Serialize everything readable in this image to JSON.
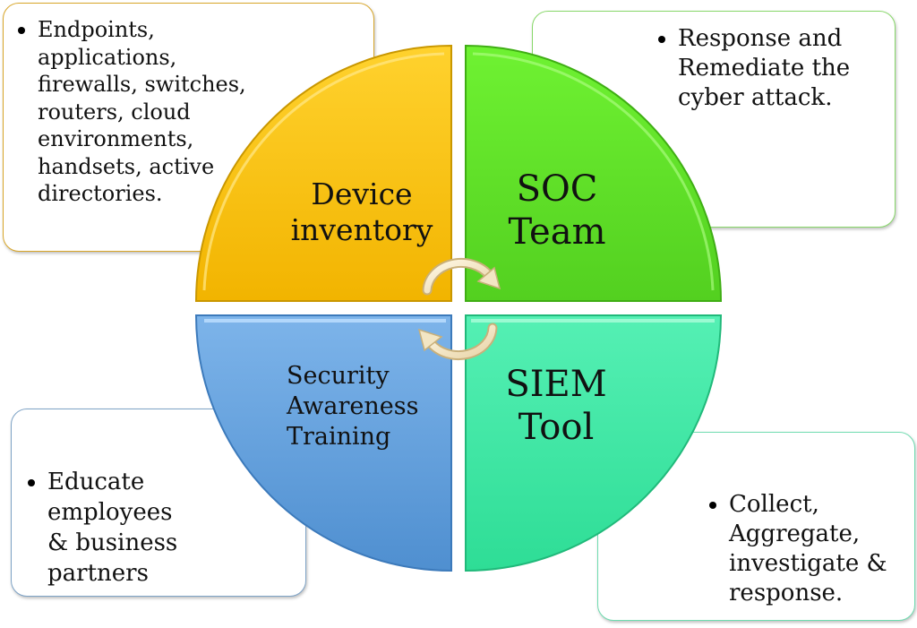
{
  "quadrants": {
    "device_inventory": {
      "label_lines": [
        "Device",
        "inventory"
      ],
      "color": "#f7c10c"
    },
    "soc_team": {
      "label_lines": [
        "SOC",
        "Team"
      ],
      "color": "#5fe02c"
    },
    "security_training": {
      "label_lines": [
        "Security",
        "Awareness",
        "Training"
      ],
      "color": "#5d9bd8"
    },
    "siem_tool": {
      "label_lines": [
        "SIEM",
        "Tool"
      ],
      "color": "#3ee7a2"
    }
  },
  "callouts": {
    "device_inventory": {
      "lines": [
        "Endpoints,",
        "applications,",
        "firewalls, switches,",
        "routers, cloud",
        "environments,",
        "handsets, active",
        "directories."
      ]
    },
    "soc_team": {
      "lines": [
        "Response and",
        "Remediate the",
        "cyber attack."
      ]
    },
    "security_training": {
      "lines": [
        "Educate",
        "employees",
        "& business",
        "partners"
      ]
    },
    "siem_tool": {
      "lines": [
        "Collect,",
        "Aggregate,",
        "investigate &",
        "response."
      ]
    }
  }
}
